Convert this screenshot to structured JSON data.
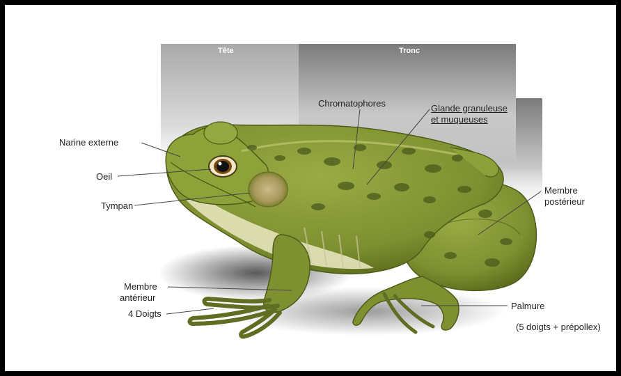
{
  "regions": {
    "head": "Tête",
    "trunk": "Tronc"
  },
  "labels": {
    "narine_externe": "Narine externe",
    "oeil": "Oeil",
    "tympan": "Tympan",
    "chromatophores": "Chromatophores",
    "glande_line1": "Glande granuleuse",
    "glande_line2": "et muqueuses",
    "membre_posterieur_line1": "Membre",
    "membre_posterieur_line2": "postérieur",
    "membre_anterieur_line1": "Membre",
    "membre_anterieur_line2": "antérieur",
    "quatre_doigts": "4 Doigts",
    "palmure": "Palmure",
    "palmure_detail": "(5 doigts + prépollex)"
  },
  "colors": {
    "frog_body": "#8a9a3c",
    "frog_dark": "#5f6e22",
    "frog_belly": "#e6e4bc",
    "spots": "#4a5a1c",
    "head_band": "#b9b9b9",
    "trunk_band": "#8f8f8f",
    "frame": "#000000"
  }
}
